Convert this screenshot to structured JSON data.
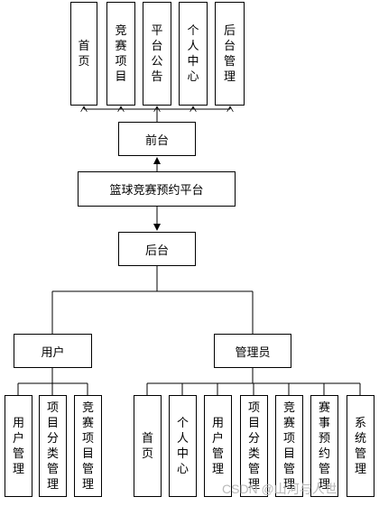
{
  "diagram": {
    "center": "篮球竞赛预约平台",
    "frontend": {
      "label": "前台",
      "modules": [
        "首页",
        "竞赛项目",
        "平台公告",
        "个人中心",
        "后台管理"
      ]
    },
    "backend": {
      "label": "后台",
      "user": {
        "label": "用户",
        "modules": [
          "用户管理",
          "项目分类管理",
          "竞赛项目管理"
        ]
      },
      "admin": {
        "label": "管理员",
        "modules": [
          "首页",
          "个人中心",
          "用户管理",
          "项目分类管理",
          "竞赛项目管理",
          "赛事预约管理",
          "系统管理"
        ]
      }
    }
  },
  "watermark": "CSDN @山河与人世"
}
